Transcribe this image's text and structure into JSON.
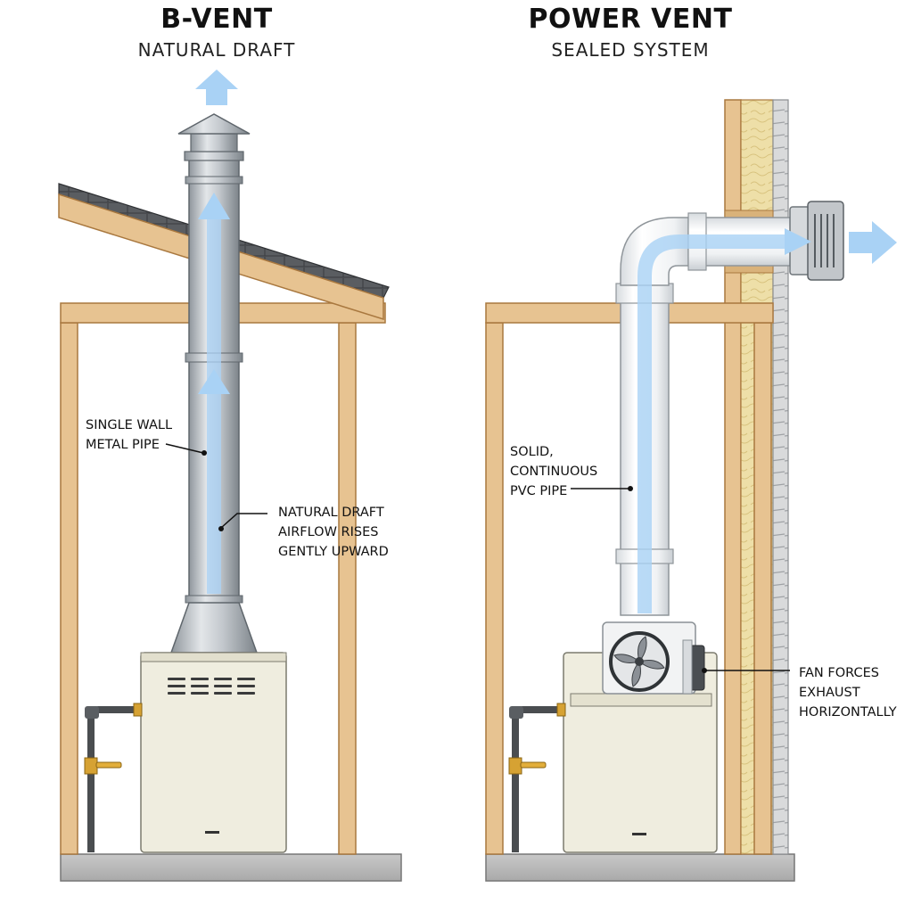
{
  "left_panel": {
    "title": "B-VENT",
    "subtitle": "NATURAL DRAFT",
    "callouts": {
      "pipe": [
        "SINGLE WALL",
        "METAL PIPE"
      ],
      "airflow": [
        "NATURAL DRAFT",
        "AIRFLOW RISES",
        "GENTLY UPWARD"
      ]
    }
  },
  "right_panel": {
    "title": "POWER VENT",
    "subtitle": "SEALED SYSTEM",
    "callouts": {
      "pipe": [
        "SOLID,",
        "CONTINUOUS",
        "PVC PIPE"
      ],
      "fan": [
        "FAN FORCES",
        "EXHAUST",
        "HORIZONTALLY"
      ]
    }
  },
  "colors": {
    "airflow": "#a9d2f5",
    "wood": "#e7c391",
    "wood_edge": "#a9783f",
    "appliance": "#efeddf",
    "metal": "#c9ced3",
    "pvc": "#f6f7f8",
    "floor": "#bdbdbd",
    "brass": "#d6a233"
  }
}
